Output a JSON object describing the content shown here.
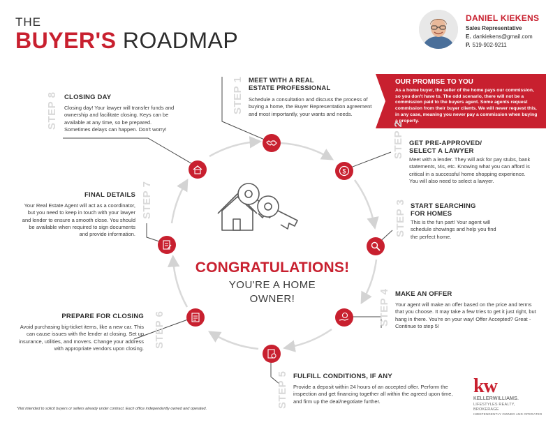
{
  "header": {
    "title_prefix": "THE",
    "title_accent": "BUYER'S",
    "title_rest": "ROADMAP"
  },
  "agent": {
    "name": "DANIEL KIEKENS",
    "role": "Sales Representative",
    "email_label": "E.",
    "email": "dankiekens@gmail.com",
    "phone_label": "P.",
    "phone": "519-902-9211"
  },
  "promise": {
    "title": "OUR PROMISE TO YOU",
    "body": "As a home buyer, the seller of the home pays our commission, so you don't have to. The odd scenario, there will not be a commission paid to the buyers agent. Some agents request commission from their buyer clients. We will never request this, in any case, meaning you never pay a commission when buying a property."
  },
  "steps": [
    {
      "label": "STEP 1",
      "title_line1": "MEET WITH A REAL",
      "title_line2": "ESTATE PROFESSIONAL",
      "body": "Schedule a consultation and discuss the process of buying a home, the Buyer Representation agreement and most importantly, your wants and needs.",
      "icon": "handshake-icon"
    },
    {
      "label": "STEP 2",
      "title_line1": "GET PRE-APPROVED/",
      "title_line2": "SELECT A LAWYER",
      "body": "Meet with a lender. They will ask for pay stubs, bank statements, t4s, etc. Knowing what you can afford is critical in a successful home shopping experience. You will also need to select a lawyer.",
      "icon": "dollar-icon"
    },
    {
      "label": "STEP 3",
      "title_line1": "START SEARCHING",
      "title_line2": "FOR HOMES",
      "body": "This is the fun part! Your agent will schedule showings and help you find the perfect home.",
      "icon": "magnifier-icon"
    },
    {
      "label": "STEP 4",
      "title_line1": "MAKE AN OFFER",
      "title_line2": "",
      "body": "Your agent will make an offer based on the price and terms that you choose. It may take a few tries to get it just right, but hang in there. You're on your way!  Offer Accepted? Great - Continue to step 5!",
      "icon": "hand-money-icon"
    },
    {
      "label": "STEP 5",
      "title_line1": "FULFILL CONDITIONS, IF ANY",
      "title_line2": "",
      "body": "Provide a deposit within 24 hours of an accepted offer. Perform the inspection and get financing together all within the agreed upon time, and firm up the deal/negotiate further.",
      "icon": "document-check-icon"
    },
    {
      "label": "STEP 6",
      "title_line1": "PREPARE FOR CLOSING",
      "title_line2": "",
      "body": "Avoid purchasing big-ticket items, like a new car. This can cause issues with the lender at closing. Set up insurance, utilities, and movers. Change your address with appropriate vendors upon closing.",
      "icon": "checklist-icon"
    },
    {
      "label": "STEP 7",
      "title_line1": "FINAL DETAILS",
      "title_line2": "",
      "body": "Your Real Estate Agent will act as a coordinator, but you need to keep in touch with your lawyer and lender to ensure a smooth close. You should be available when required to sign documents and provide information.",
      "icon": "contract-icon"
    },
    {
      "label": "STEP 8",
      "title_line1": "CLOSING DAY",
      "title_line2": "",
      "body": "Closing day! Your lawyer will transfer funds and ownership and facilitate closing. Keys can be available at any time, so be prepared. Sometimes delays can happen. Don't worry!",
      "icon": "house-icon"
    }
  ],
  "center": {
    "congrats": "CONGRATULATIONS!",
    "owner_line1": "YOU'RE A HOME",
    "owner_line2": "OWNER!"
  },
  "footer": {
    "disclaimer": "*Not intended to solicit buyers or sellers already under contract. Each office independently owned and operated.",
    "logo": "kw",
    "brand": "KELLERWILLIAMS.",
    "sub1": "LIFESTYLES REALTY,",
    "sub2": "BROKERAGE",
    "sub3": "INDEPENDENTLY OWNED AND OPERATED"
  },
  "colors": {
    "accent": "#c8202f",
    "step_label": "#d9d9d9",
    "text": "#3a3a3a"
  }
}
